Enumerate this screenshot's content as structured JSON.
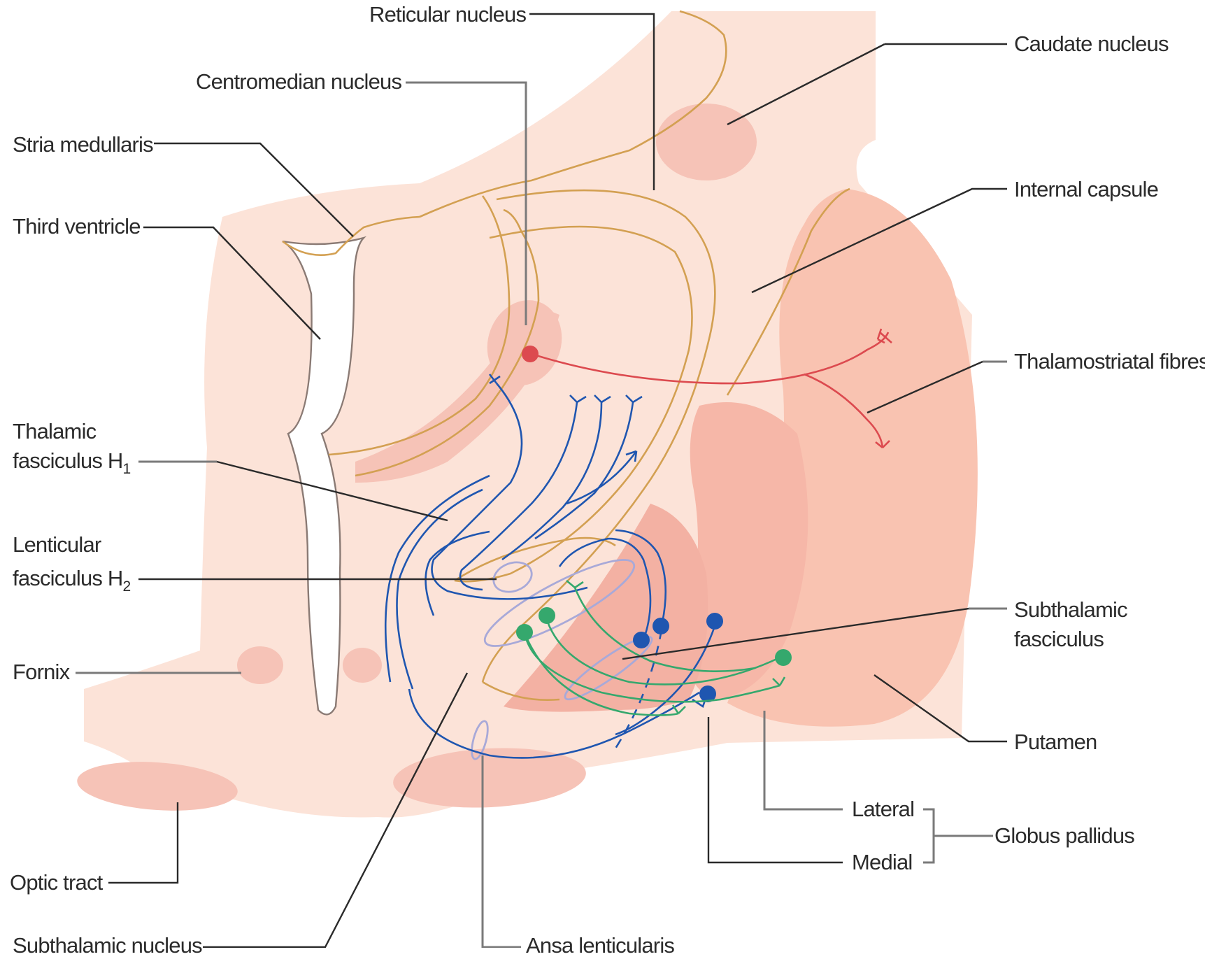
{
  "labels": {
    "reticular_nucleus": "Reticular nucleus",
    "caudate_nucleus": "Caudate nucleus",
    "centromedian_nucleus": "Centromedian nucleus",
    "stria_medullaris": "Stria medullaris",
    "internal_capsule": "Internal capsule",
    "third_ventricle": "Third ventricle",
    "thalamostriatal_fibres": "Thalamostriatal fibres",
    "thalamic_fasciculus_line1": "Thalamic",
    "thalamic_fasciculus_line2": "fasciculus H",
    "thalamic_fasciculus_sub": "1",
    "lenticular_fasciculus_line1": "Lenticular",
    "lenticular_fasciculus_line2": "fasciculus H",
    "lenticular_fasciculus_sub": "2",
    "subthalamic_fasciculus_line1": "Subthalamic",
    "subthalamic_fasciculus_line2": "fasciculus",
    "fornix": "Fornix",
    "putamen": "Putamen",
    "lateral": "Lateral",
    "globus_pallidus": "Globus pallidus",
    "medial": "Medial",
    "optic_tract": "Optic tract",
    "subthalamic_nucleus": "Subthalamic nucleus",
    "ansa_lenticularis": "Ansa lenticularis"
  },
  "colors": {
    "tissue": "#fce3d8",
    "nucleus_pink": "#f6c3b7",
    "putamen": "#f9c3b1",
    "outline_brown": "#d3a052",
    "pallidal_fibres_blue": "#1f56b0",
    "subthalamic_fibres_green": "#35a86d",
    "thalamostriatal_red": "#dc4a4f",
    "subthalamic_nucleus_lavender": "#a8a9d8"
  }
}
